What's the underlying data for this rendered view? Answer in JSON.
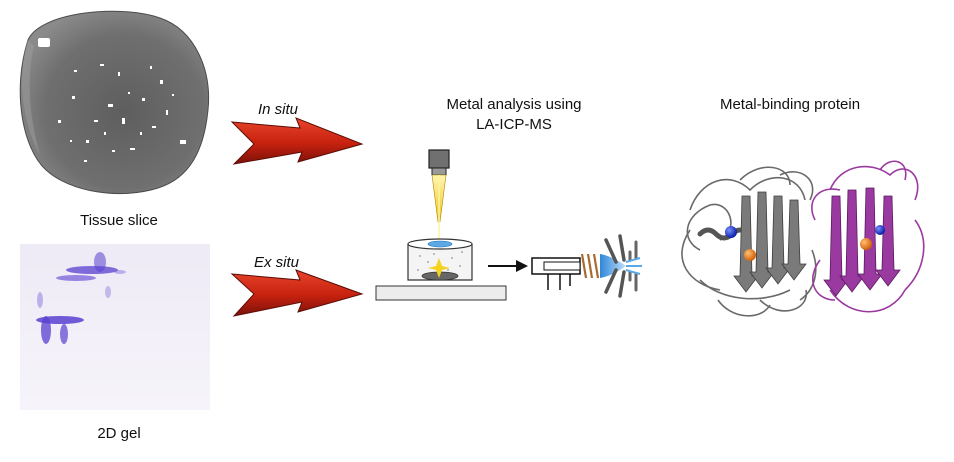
{
  "labels": {
    "tissue_slice": "Tissue slice",
    "gel_2d": "2D gel",
    "in_situ": "In situ",
    "ex_situ": "Ex situ",
    "analysis_line1": "Metal analysis using",
    "analysis_line2": "LA-ICP-MS",
    "protein": "Metal-binding protein"
  },
  "colors": {
    "arrow_red": "#d42a16",
    "arrow_dark": "#5a0e06",
    "tissue_gray": "#707070",
    "gel_spot": "#5a3fd0",
    "laser_yellow": "#f2d22c",
    "plasma_blue": "#5aa8e6",
    "protein_gray": "#7a7a7a",
    "protein_purple": "#9a3aa0"
  }
}
